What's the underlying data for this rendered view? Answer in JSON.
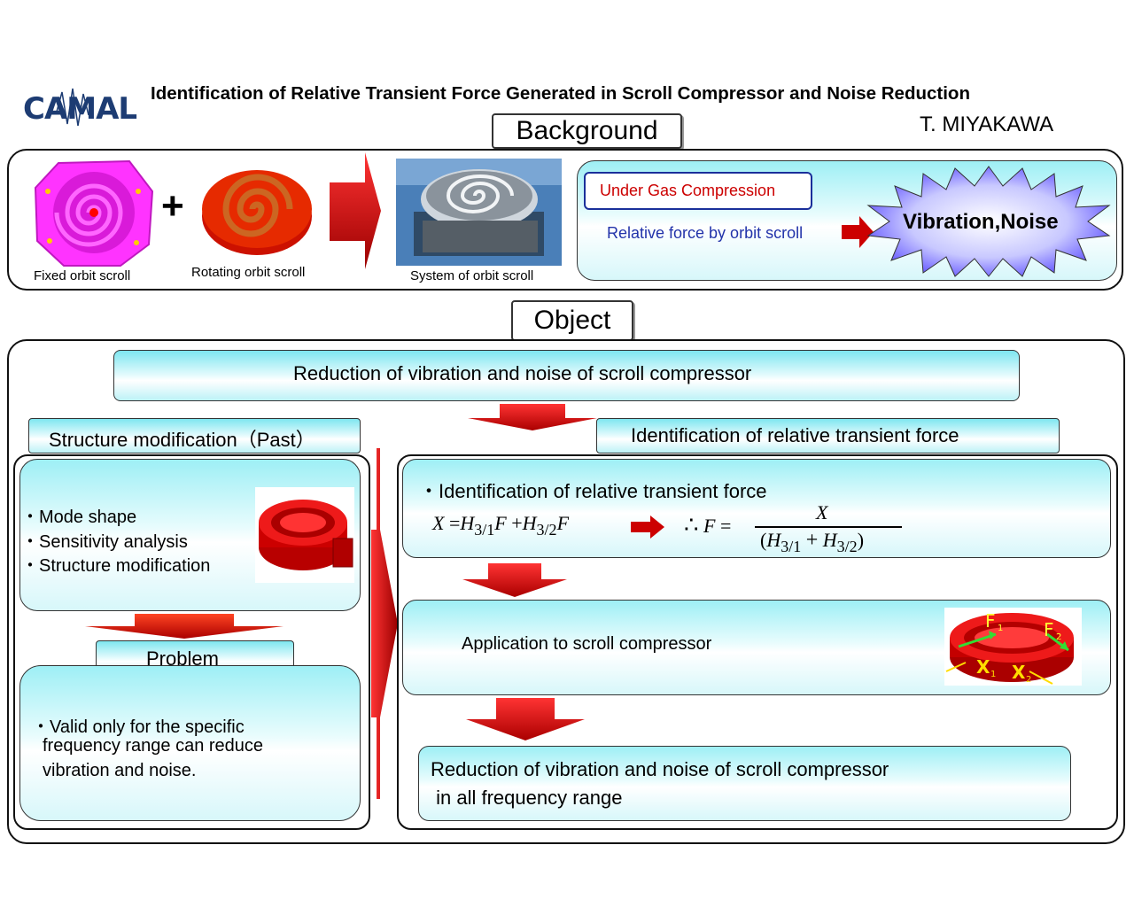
{
  "logo": {
    "text": "CAMAL"
  },
  "title": "Identification of Relative Transient Force Generated in Scroll Compressor and Noise Reduction",
  "author": "T. MIYAKAWA",
  "background": {
    "label": "Background",
    "plus": "+",
    "fixed_caption": "Fixed orbit scroll",
    "rotating_caption": "Rotating orbit scroll",
    "system_caption": "System of orbit scroll",
    "gas_label": "Under Gas Compression",
    "relative_force": "Relative force by orbit scroll",
    "vibration_noise": "Vibration,Noise"
  },
  "object": {
    "label": "Object",
    "goal": "Reduction of vibration and noise of scroll compressor",
    "past_header": "Structure modification（Past）",
    "past_items": [
      "・Mode shape",
      "・Sensitivity analysis",
      "・Structure modification"
    ],
    "problem_label": "Problem",
    "problem_lines": [
      "・Valid only for the specific",
      "frequency range can reduce",
      "vibration and noise."
    ],
    "ident_header": "Identification of relative transient force",
    "ident_item": "・Identification of relative transient force",
    "application": "Application to scroll compressor",
    "result_line1": "Reduction of vibration and noise of scroll compressor",
    "result_line2": " in all frequency range"
  },
  "formula": {
    "X": "X",
    "eq": "=",
    "H31": "H",
    "sub31": "3/1",
    "F": "F",
    "plus": "+",
    "H32": "H",
    "sub32": "3/2",
    "therefore": "∴",
    "numerator": "X",
    "lparen": "(",
    "rparen": ")"
  },
  "labels_3d": {
    "f1": "F",
    "f1s": "1",
    "f2": "F",
    "f2s": "2",
    "x1": "X",
    "x1s": "1",
    "x2": "X",
    "x2s": "2"
  },
  "colors": {
    "red_arrow": "#cc0000",
    "cyan": "#9eeff5",
    "magenta": "#ff33ff",
    "orange": "#cc5500"
  }
}
